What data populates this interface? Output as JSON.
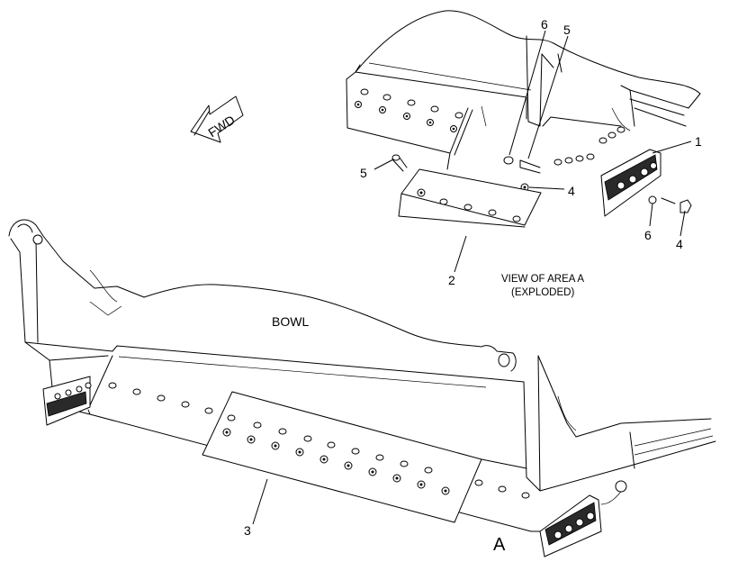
{
  "direction_arrow": {
    "label": "FWD"
  },
  "bowl_label": "BOWL",
  "view_caption": {
    "line1": "VIEW OF AREA A",
    "line2": "(EXPLODED)"
  },
  "area_marker": "A",
  "callouts": {
    "c1": "1",
    "c2": "2",
    "c3": "3",
    "c4a": "4",
    "c4b": "4",
    "c5a": "5",
    "c5b": "5",
    "c6a": "6",
    "c6b": "6"
  }
}
